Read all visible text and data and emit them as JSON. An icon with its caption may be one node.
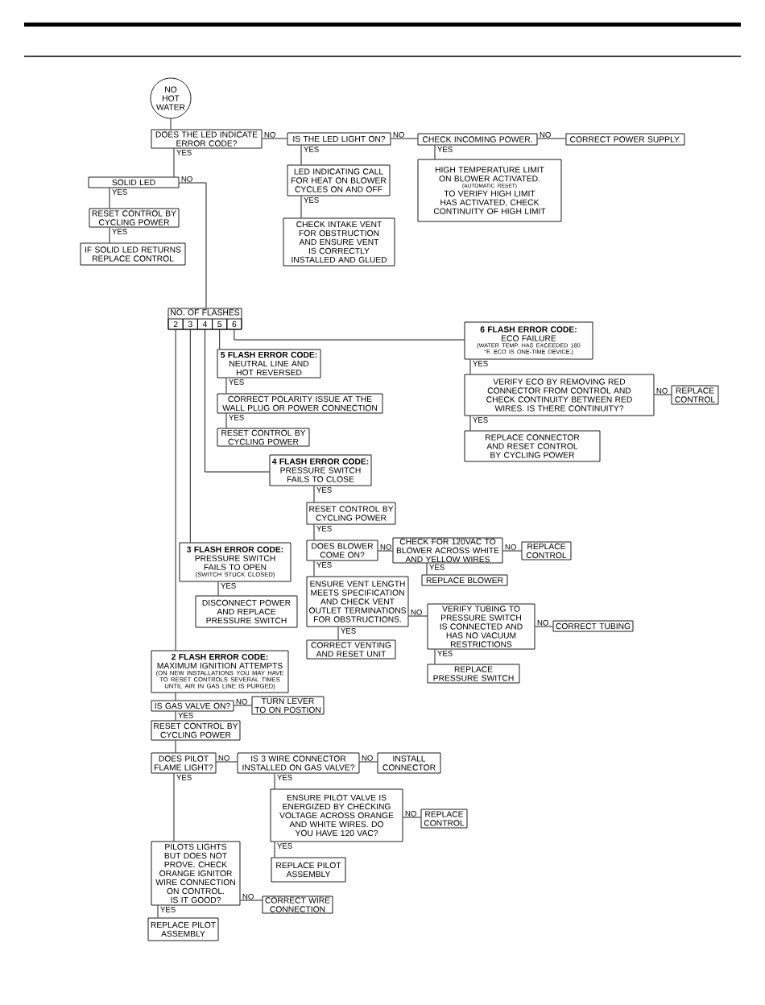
{
  "diagram": {
    "nodes": [
      {
        "text": [
          "NO HOT WATER"
        ]
      },
      {
        "text": [
          "DOES THE LED INDICATE ERROR CODE?"
        ]
      },
      {
        "text": [
          "IS THE LED LIGHT ON?"
        ]
      },
      {
        "text": [
          "CHECK INCOMING POWER."
        ]
      },
      {
        "text": [
          "CORRECT POWER SUPPLY."
        ]
      },
      {
        "text": [
          "LED INDICATING CALL FOR HEAT ON BLOWER CYCLES ON AND OFF"
        ]
      },
      {
        "text": [
          "CHECK INTAKE VENT FOR OBSTRUCTION AND ENSURE VENT IS CORRECTLY INSTALLED AND GLUED"
        ]
      },
      {
        "text": [
          "HIGH TEMPERATURE LIMIT ON BLOWER ACTIVATED.",
          "(AUTOMATIC RESET)",
          "TO VERIFY HIGH LIMIT HAS ACTIVATED, CHECK CONTINUITY OF HIGH LIMIT"
        ]
      },
      {
        "text": [
          "SOLID LED"
        ]
      },
      {
        "text": [
          "RESET CONTROL BY CYCLING POWER"
        ]
      },
      {
        "text": [
          "IF SOLID LED RETURNS REPLACE CONTROL"
        ]
      },
      {
        "text": [
          "NO. OF FLASHES"
        ]
      },
      {
        "text": [
          "2"
        ],
        "in": 11
      },
      {
        "text": [
          "3"
        ],
        "in": 11
      },
      {
        "text": [
          "4"
        ],
        "in": 11
      },
      {
        "text": [
          "5"
        ],
        "in": 11
      },
      {
        "text": [
          "6"
        ],
        "in": 11
      },
      {
        "text": [
          "6 FLASH ERROR CODE:",
          "ECO FAILURE",
          "(WATER TEMP. HAS EXCEEDED 180 °F, ECO IS ONE-TIME DEVICE.)"
        ]
      },
      {
        "text": [
          "5 FLASH ERROR CODE:",
          "NEUTRAL LINE AND HOT REVERSED"
        ]
      },
      {
        "text": [
          "CORRECT POLARITY ISSUE AT THE WALL PLUG OR POWER CONNECTION"
        ]
      },
      {
        "text": [
          "RESET CONTROL BY CYCLING POWER"
        ]
      },
      {
        "text": [
          "VERIFY ECO BY REMOVING RED CONNECTOR FROM CONTROL AND CHECK CONTINUITY BETWEEN RED WIRES. IS THERE CONTINUITY?"
        ]
      },
      {
        "text": [
          "REPLACE CONTROL"
        ]
      },
      {
        "text": [
          "REPLACE CONNECTOR AND RESET CONTROL BY CYCLING POWER"
        ]
      },
      {
        "text": [
          "4 FLASH ERROR CODE:",
          "PRESSURE SWITCH FAILS TO CLOSE"
        ]
      },
      {
        "text": [
          "RESET CONTROL BY CYCLING POWER"
        ]
      },
      {
        "text": [
          "DOES BLOWER COME ON?"
        ]
      },
      {
        "text": [
          "CHECK FOR 120VAC TO BLOWER ACROSS WHITE AND YELLOW WIRES"
        ]
      },
      {
        "text": [
          "REPLACE CONTROL"
        ]
      },
      {
        "text": [
          "REPLACE BLOWER"
        ]
      },
      {
        "text": [
          "3 FLASH ERROR CODE:",
          "PRESSURE SWITCH FAILS TO OPEN",
          "(SWITCH STUCK CLOSED)"
        ]
      },
      {
        "text": [
          "DISCONNECT POWER AND REPLACE PRESSURE SWITCH"
        ]
      },
      {
        "text": [
          "ENSURE VENT LENGTH MEETS SPECIFICATION AND CHECK VENT OUTLET TERMINATIONS FOR OBSTRUCTIONS."
        ]
      },
      {
        "text": [
          "CORRECT VENTING AND RESET UNIT"
        ]
      },
      {
        "text": [
          "VERIFY TUBING TO PRESSURE SWITCH IS CONNECTED AND HAS NO VACUUM RESTRICTIONS"
        ]
      },
      {
        "text": [
          "CORRECT TUBING"
        ]
      },
      {
        "text": [
          "REPLACE PRESSURE SWITCH"
        ]
      },
      {
        "text": [
          "2 FLASH ERROR CODE:",
          "MAXIMUM IGNITION ATTEMPTS",
          "(ON NEW INSTALLATIONS YOU MAY HAVE TO RESET CONTROLS SEVERAL TIMES UNTIL AIR IN GAS LINE IS PURGED)"
        ]
      },
      {
        "text": [
          "IS GAS VALVE ON?"
        ]
      },
      {
        "text": [
          "TURN LEVER TO ON POSTION"
        ]
      },
      {
        "text": [
          "RESET CONTROL BY CYCLING POWER"
        ]
      },
      {
        "text": [
          "DOES PILOT FLAME LIGHT?"
        ]
      },
      {
        "text": [
          "IS 3 WIRE CONNECTOR INSTALLED ON GAS VALVE?"
        ]
      },
      {
        "text": [
          "INSTALL CONNECTOR"
        ]
      },
      {
        "text": [
          "ENSURE PILOT VALVE IS ENERGIZED BY CHECKING VOLTAGE ACROSS ORANGE AND WHITE WIRES. DO YOU HAVE 120 VAC?"
        ]
      },
      {
        "text": [
          "REPLACE CONTROL"
        ]
      },
      {
        "text": [
          "REPLACE PILOT ASSEMBLY"
        ]
      },
      {
        "text": [
          "PILOTS LIGHTS BUT DOES NOT PROVE. CHECK ORANGE IGNITOR WIRE CONNECTION ON CONTROL. IS IT GOOD?"
        ]
      },
      {
        "text": [
          "CORRECT WIRE CONNECTION"
        ]
      },
      {
        "text": [
          "REPLACE PILOT ASSEMBLY"
        ]
      }
    ],
    "edges": [
      {
        "from": 0,
        "to": 1,
        "arrow": "none"
      },
      {
        "from": 1,
        "to": 2,
        "arrow": "none",
        "label": "NO"
      },
      {
        "from": 2,
        "to": 3,
        "arrow": "none",
        "label": "NO"
      },
      {
        "from": 3,
        "to": 4,
        "arrow": "none",
        "label": "NO"
      },
      {
        "from": 2,
        "to": 5,
        "arrow": "none",
        "label": "YES"
      },
      {
        "from": 5,
        "to": 6,
        "arrow": "none",
        "label": "YES"
      },
      {
        "from": 3,
        "to": 7,
        "arrow": "none",
        "label": "YES"
      },
      {
        "from": 1,
        "to": 8,
        "arrow": "none",
        "label": "YES"
      },
      {
        "from": 8,
        "to": 9,
        "arrow": "none",
        "label": "YES"
      },
      {
        "from": 9,
        "to": 10,
        "arrow": "none",
        "label": "YES"
      },
      {
        "from": 8,
        "to": 11,
        "arrow": "none",
        "label": "NO"
      },
      {
        "from": 12,
        "to": 37,
        "arrow": "none"
      },
      {
        "from": 13,
        "to": 30,
        "arrow": "none"
      },
      {
        "from": 14,
        "to": 24,
        "arrow": "none"
      },
      {
        "from": 15,
        "to": 18,
        "arrow": "none"
      },
      {
        "from": 16,
        "to": 17,
        "arrow": "none"
      },
      {
        "from": 18,
        "to": 19,
        "arrow": "none",
        "label": "YES"
      },
      {
        "from": 19,
        "to": 20,
        "arrow": "none",
        "label": "YES"
      },
      {
        "from": 17,
        "to": 21,
        "arrow": "none",
        "label": "YES"
      },
      {
        "from": 21,
        "to": 22,
        "arrow": "none",
        "label": "NO"
      },
      {
        "from": 21,
        "to": 23,
        "arrow": "none",
        "label": "YES"
      },
      {
        "from": 24,
        "to": 25,
        "arrow": "none",
        "label": "YES"
      },
      {
        "from": 25,
        "to": 26,
        "arrow": "none",
        "label": "YES"
      },
      {
        "from": 26,
        "to": 27,
        "arrow": "none",
        "label": "NO"
      },
      {
        "from": 27,
        "to": 28,
        "arrow": "none",
        "label": "NO"
      },
      {
        "from": 27,
        "to": 29,
        "arrow": "none",
        "label": "YES"
      },
      {
        "from": 26,
        "to": 32,
        "arrow": "none",
        "label": "YES"
      },
      {
        "from": 32,
        "to": 33,
        "arrow": "none",
        "label": "YES"
      },
      {
        "from": 32,
        "to": 34,
        "arrow": "none",
        "label": "NO"
      },
      {
        "from": 34,
        "to": 35,
        "arrow": "none",
        "label": "NO"
      },
      {
        "from": 34,
        "to": 36,
        "arrow": "none",
        "label": "YES"
      },
      {
        "from": 30,
        "to": 31,
        "arrow": "none",
        "label": "YES"
      },
      {
        "from": 37,
        "to": 38,
        "arrow": "none"
      },
      {
        "from": 38,
        "to": 39,
        "arrow": "none",
        "label": "NO"
      },
      {
        "from": 38,
        "to": 40,
        "arrow": "none",
        "label": "YES"
      },
      {
        "from": 40,
        "to": 41,
        "arrow": "none"
      },
      {
        "from": 41,
        "to": 42,
        "arrow": "none",
        "label": "NO"
      },
      {
        "from": 42,
        "to": 43,
        "arrow": "none",
        "label": "NO"
      },
      {
        "from": 42,
        "to": 44,
        "arrow": "none",
        "label": "YES"
      },
      {
        "from": 44,
        "to": 45,
        "arrow": "none",
        "label": "NO"
      },
      {
        "from": 44,
        "to": 46,
        "arrow": "none",
        "label": "YES"
      },
      {
        "from": 41,
        "to": 47,
        "arrow": "none",
        "label": "YES"
      },
      {
        "from": 47,
        "to": 48,
        "arrow": "none",
        "label": "NO"
      },
      {
        "from": 47,
        "to": 49,
        "arrow": "none",
        "label": "YES"
      }
    ]
  }
}
